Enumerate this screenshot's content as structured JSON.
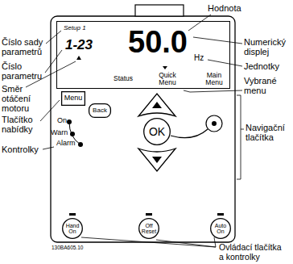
{
  "diagram": {
    "nodes": [
      {
        "text": [
          "Setup 1",
          "1-23",
          "50.0",
          "Hz",
          "Status",
          "Quick Menu",
          "Main Menu"
        ]
      },
      {
        "text": [
          "Menu"
        ]
      },
      {
        "text": [
          "Back"
        ]
      },
      {
        "text": [
          "OK"
        ]
      },
      {
        "text": [
          "Hand On"
        ]
      },
      {
        "text": [
          "Off Reset"
        ]
      },
      {
        "text": [
          "Auto On"
        ]
      }
    ],
    "labels": [
      "Číslo sady parametrů",
      "Číslo parametru",
      "Směr otáčení motoru",
      "Tlačítko nabídky",
      "Kontrolky",
      "Hodnota",
      "Numerický displej",
      "Jednotky",
      "Vybrané menu",
      "Navigační tlačítka",
      "Ovládací tlačítka a kontrolky",
      "On",
      "Warn",
      "Alarm",
      "130BA605.10"
    ]
  }
}
